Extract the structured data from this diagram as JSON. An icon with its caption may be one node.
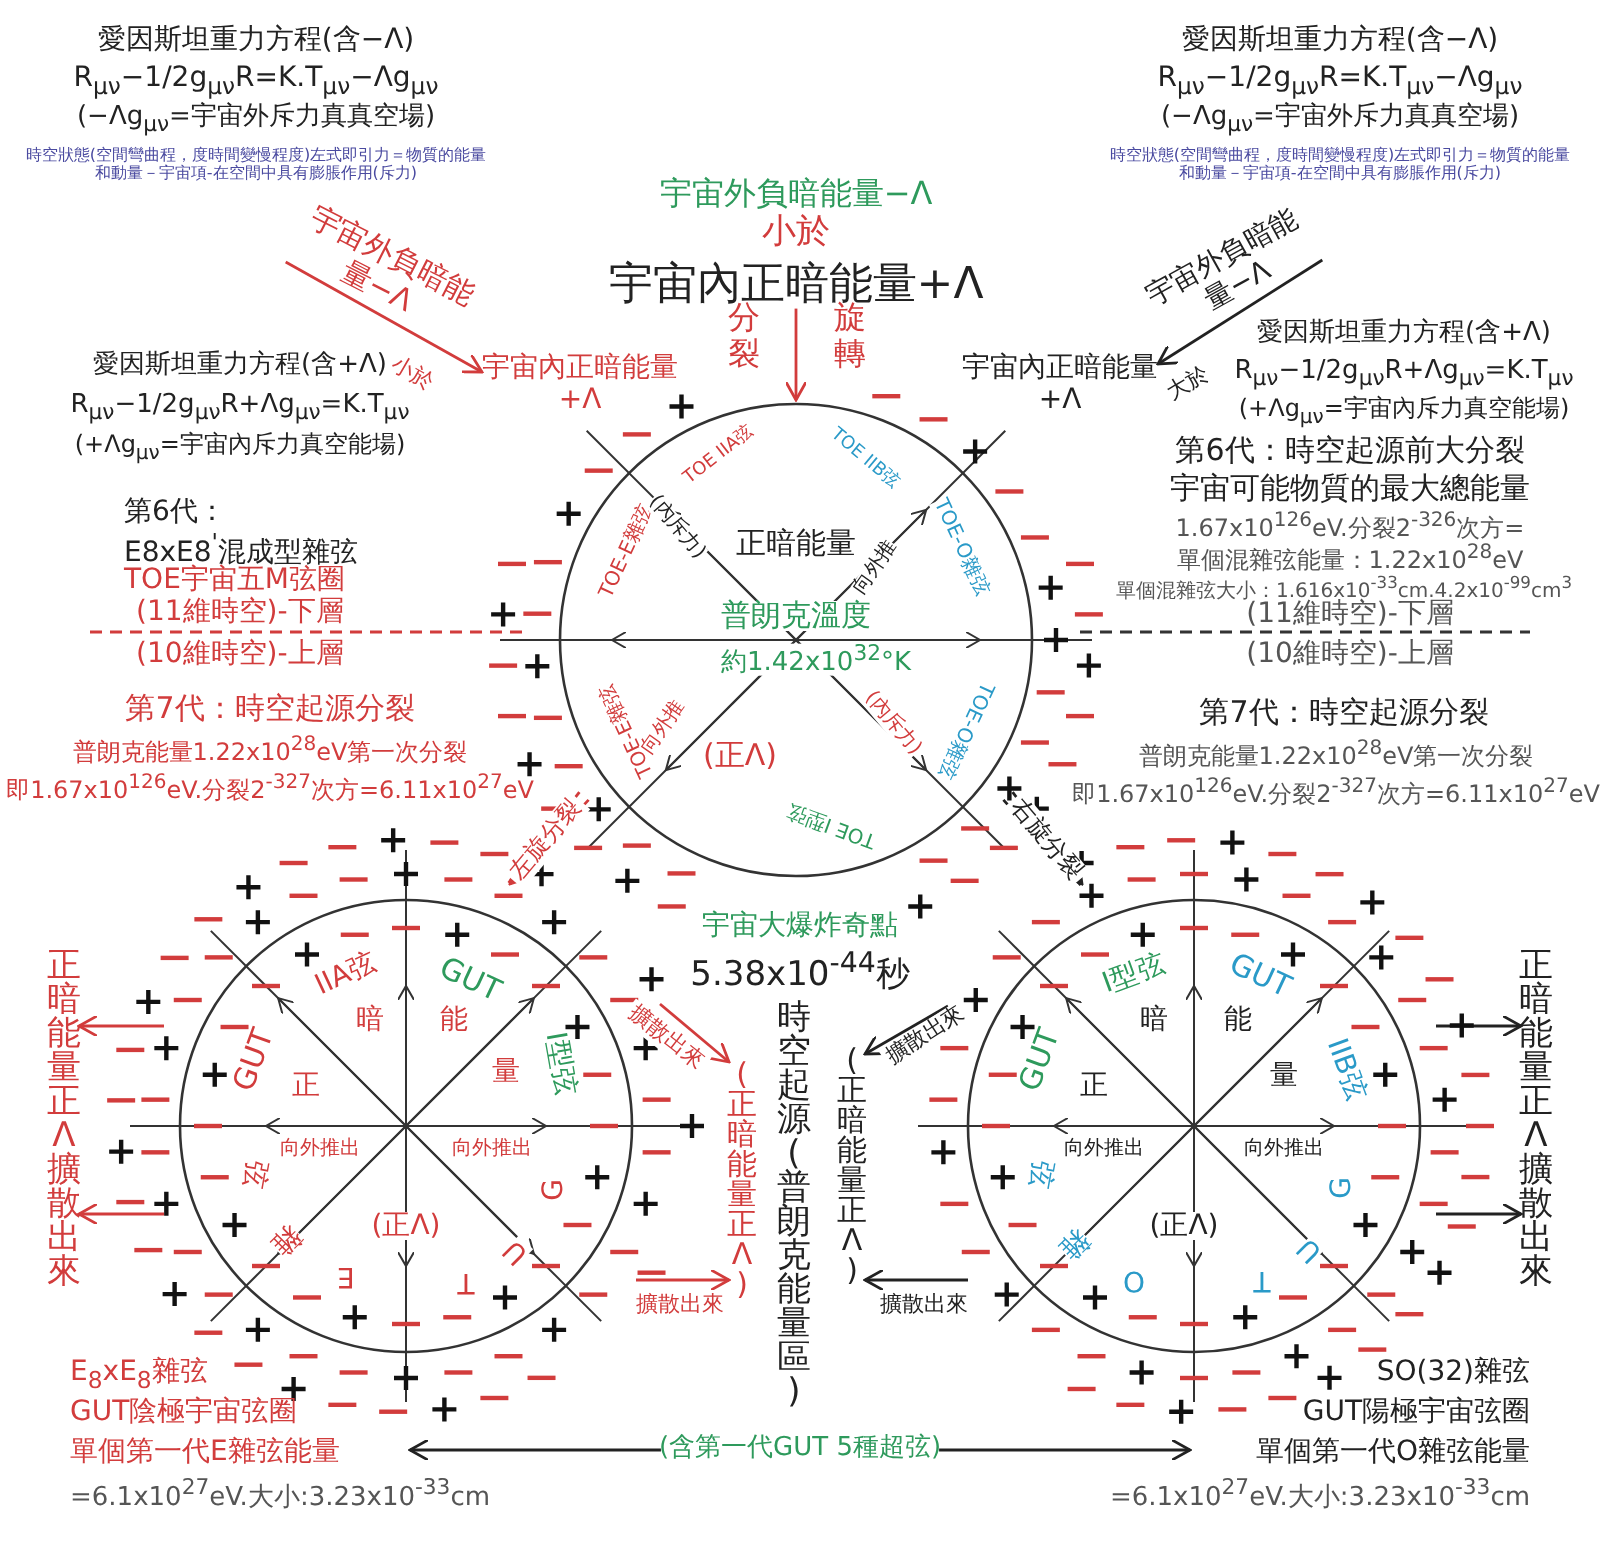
{
  "diagram": {
    "nodes": [
      {
        "text": [
          "正暗能量",
          "普朗克溫度",
          "約1.42x10$^{32}$°K",
          "(正Λ)",
          "TOE IIA弦",
          "TOE IIB弦",
          "TOE-O雜弦",
          "TOE-O雜弦",
          "TOE I型弦",
          "TOE-E雜弦",
          "TOE-E雜弦",
          "(內斥力)",
          "(內斥力)",
          "向外推",
          "向外推"
        ]
      },
      {
        "text": [
          "IIA弦",
          "GUT",
          "GUT",
          "I型弦",
          "正",
          "暗",
          "能",
          "量",
          "向外推出",
          "向外推出",
          "(正Λ)",
          "G",
          "U",
          "T",
          "E",
          "雜",
          "弦"
        ]
      },
      {
        "text": [
          "I型弦",
          "GUT",
          "GUT",
          "IIB弦",
          "正",
          "暗",
          "能",
          "量",
          "向外推出",
          "向外推出",
          "(正Λ)",
          "G",
          "U",
          "T",
          "O",
          "雜",
          "弦"
        ]
      },
      {
        "text": [
          "宇宙外負暗能量−Λ"
        ]
      },
      {
        "text": [
          "宇宙內正暗能量+Λ"
        ]
      },
      {
        "text": [
          "宇宙外負暗能量−Λ"
        ]
      },
      {
        "text": [
          "宇宙內正暗能量+Λ"
        ]
      },
      {
        "text": [
          "宇宙外負暗能量−Λ",
          "小於",
          "宇宙內正暗能量+Λ"
        ]
      },
      {
        "text": [
          "宇宙大爆炸奇點",
          "5.38x10$^{-44}$秒"
        ]
      },
      {
        "text": [
          "時空起源(普朗克能量區)"
        ]
      },
      {
        "text": [
          "(正暗能量正Λ)"
        ]
      },
      {
        "text": [
          "(正暗能量正Λ)"
        ]
      },
      {
        "text": [
          "正暗能量正Λ擴散出來"
        ]
      },
      {
        "text": [
          "正暗能量正Λ擴散出來"
        ]
      },
      {
        "text": [
          "(含第一代GUT 5種超弦)"
        ]
      },
      {
        "text": [
          "E$_{8}$xE$_{8}$雜弦",
          "GUT陰極宇宙弦圈",
          "單個第一代E雜弦能量",
          "=6.1x10$^{27}$eV.大小:3.23x10$^{-33}$cm"
        ]
      },
      {
        "text": [
          "SO(32)雜弦",
          "GUT陽極宇宙弦圈",
          "單個第一代O雜弦能量",
          "=6.1x10$^{27}$eV.大小:3.23x10$^{-33}$cm"
        ]
      }
    ],
    "edges": [
      {
        "from": 3,
        "to": 4,
        "arrow": "to",
        "label": "小於",
        "color": "#d23c3c"
      },
      {
        "from": 5,
        "to": 6,
        "arrow": "to",
        "label": "大於"
      },
      {
        "from": 7,
        "to": 0,
        "arrow": "to",
        "color": "#d23c3c"
      },
      {
        "from": 0,
        "to": 1,
        "arrow": "to",
        "label": "左旋分裂",
        "color": "#d23c3c"
      },
      {
        "from": 0,
        "to": 2,
        "arrow": "to",
        "label": "右旋分裂"
      },
      {
        "from": 1,
        "to": 10,
        "arrow": "to",
        "label": "擴散出來",
        "color": "#d23c3c"
      },
      {
        "from": 1,
        "to": 10,
        "arrow": "to",
        "label": "擴散出來",
        "color": "#d23c3c"
      },
      {
        "from": 1,
        "to": 12,
        "arrow": "to",
        "color": "#d23c3c"
      },
      {
        "from": 1,
        "to": 12,
        "arrow": "to",
        "color": "#d23c3c"
      },
      {
        "from": 2,
        "to": 11,
        "arrow": "to",
        "label": "擴散出來"
      },
      {
        "from": 2,
        "to": 11,
        "arrow": "to",
        "label": "擴散出來"
      },
      {
        "from": 2,
        "to": 13,
        "arrow": "to"
      },
      {
        "from": 2,
        "to": 13,
        "arrow": "to"
      },
      {
        "from": 14,
        "to": 15,
        "arrow": "to"
      },
      {
        "from": 14,
        "to": 16,
        "arrow": "to"
      }
    ],
    "labels": [
      "愛因斯坦重力方程(含−Λ)",
      "R$_{μν}$−1/2g$_{μν}$R=K.T$_{μν}$−Λg$_{μν}$",
      "(−Λg$_{μν}$=宇宙外斥力真真空場)",
      "時空狀態(空間彎曲程，度時間變慢程度)左式即引力＝物質的能量和動量－宇宙項-在空間中具有膨脹作用(斥力)",
      "愛因斯坦重力方程(含−Λ)",
      "R$_{μν}$−1/2g$_{μν}$R=K.T$_{μν}$−Λg$_{μν}$",
      "(−Λg$_{μν}$=宇宙外斥力真真空場)",
      "時空狀態(空間彎曲程，度時間變慢程度)左式即引力＝物質的能量和動量－宇宙項-在空間中具有膨脹作用(斥力)",
      "愛因斯坦重力方程(含+Λ)",
      "R$_{μν}$−1/2g$_{μν}$R+Λg$_{μν}$=K.T$_{μν}$",
      "(+Λg$_{μν}$=宇宙內斥力真空能場)",
      "愛因斯坦重力方程(含+Λ)",
      "R$_{μν}$−1/2g$_{μν}$R+Λg$_{μν}$=K.T$_{μν}$",
      "(+Λg$_{μν}$=宇宙內斥力真空能場)",
      "分裂",
      "旋轉",
      "第6代：",
      "E8xE8$^{'}$混成型雜弦",
      "TOE宇宙五M弦圈",
      "(11維時空)-下層",
      "(10維時空)-上層",
      "第7代：時空起源分裂",
      "普朗克能量1.22x10$^{28}$eV第一次分裂",
      "即1.67x10$^{126}$eV.分裂2$^{-327}$次方=6.11x10$^{27}$eV",
      "第6代：時空起源前大分裂",
      "宇宙可能物質的最大總能量",
      "1.67x10$^{126}$eV.分裂2$^{-326}$次方=",
      "單個混雜弦能量：1.22x10$^{28}$eV",
      "單個混雜弦大小：1.616x10$^{-33}$cm.4.2x10$^{-99}$cm$^{3}$",
      "(11維時空)-下層",
      "(10維時空)-上層",
      "第7代：時空起源分裂",
      "普朗克能量1.22x10$^{28}$eV第一次分裂",
      "即1.67x10$^{126}$eV.分裂2$^{-327}$次方=6.11x10$^{27}$eV"
    ]
  }
}
